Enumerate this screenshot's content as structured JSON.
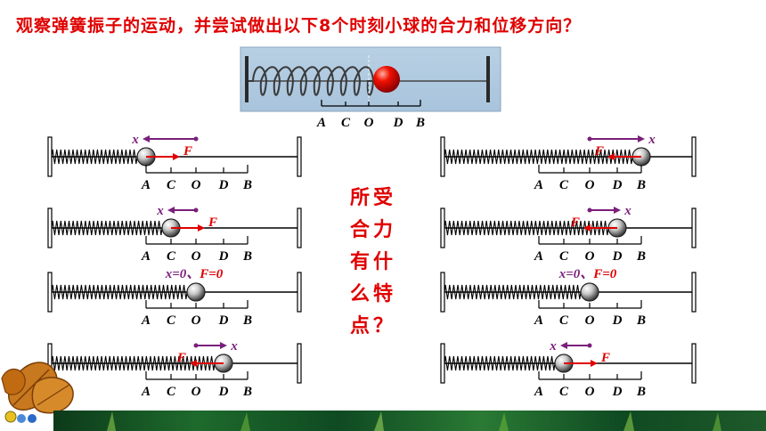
{
  "title": "观察弹簧振子的运动，并尝试做出以下8个时刻小球的合力和位移方向？",
  "question": "所受合力有什么特点？",
  "scale_labels": [
    "A",
    "C",
    "O",
    "D",
    "B"
  ],
  "symbols": {
    "x": "x",
    "F": "F"
  },
  "equilibrium_label": "x=0、F=0",
  "colors": {
    "title": "#e00000",
    "force": "#e00000",
    "displacement": "#7a1f7a",
    "ball_top": "#e00000"
  },
  "top_apparatus": {
    "ball_position": "O-D"
  },
  "panels": [
    {
      "side": "left",
      "row": 1,
      "ball_at": "A",
      "x_dir": "left",
      "F_dir": "right"
    },
    {
      "side": "left",
      "row": 2,
      "ball_at": "C",
      "x_dir": "left",
      "F_dir": "right"
    },
    {
      "side": "left",
      "row": 3,
      "ball_at": "O",
      "x_dir": "none",
      "F_dir": "none"
    },
    {
      "side": "left",
      "row": 4,
      "ball_at": "D",
      "x_dir": "right",
      "F_dir": "left"
    },
    {
      "side": "right",
      "row": 1,
      "ball_at": "B",
      "x_dir": "right",
      "F_dir": "left"
    },
    {
      "side": "right",
      "row": 2,
      "ball_at": "D",
      "x_dir": "right",
      "F_dir": "left"
    },
    {
      "side": "right",
      "row": 3,
      "ball_at": "O",
      "x_dir": "none",
      "F_dir": "none"
    },
    {
      "side": "right",
      "row": 4,
      "ball_at": "C",
      "x_dir": "left",
      "F_dir": "right"
    }
  ]
}
